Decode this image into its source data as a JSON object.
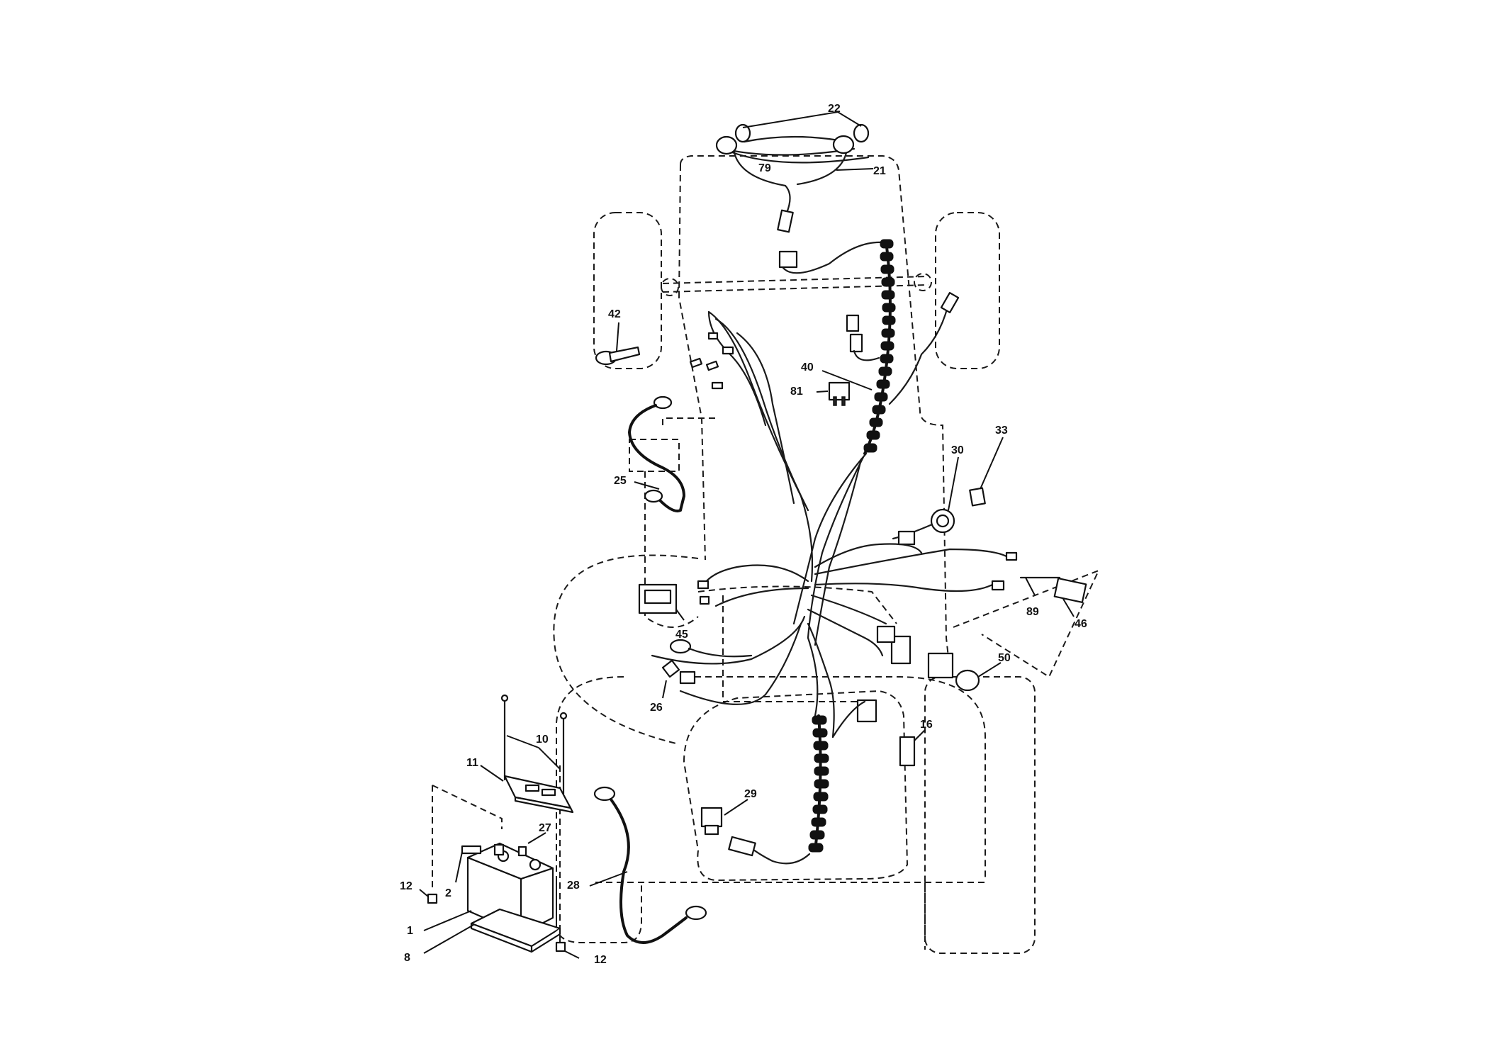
{
  "callouts": [
    {
      "id": "c22",
      "label": "22"
    },
    {
      "id": "c79",
      "label": "79"
    },
    {
      "id": "c21",
      "label": "21"
    },
    {
      "id": "c42",
      "label": "42"
    },
    {
      "id": "c40",
      "label": "40"
    },
    {
      "id": "c81",
      "label": "81"
    },
    {
      "id": "c30",
      "label": "30"
    },
    {
      "id": "c33",
      "label": "33"
    },
    {
      "id": "c25",
      "label": "25"
    },
    {
      "id": "c89",
      "label": "89"
    },
    {
      "id": "c46",
      "label": "46"
    },
    {
      "id": "c45",
      "label": "45"
    },
    {
      "id": "c50",
      "label": "50"
    },
    {
      "id": "c26",
      "label": "26"
    },
    {
      "id": "c10",
      "label": "10"
    },
    {
      "id": "c16",
      "label": "16"
    },
    {
      "id": "c11",
      "label": "11"
    },
    {
      "id": "c29",
      "label": "29"
    },
    {
      "id": "c27",
      "label": "27"
    },
    {
      "id": "c28",
      "label": "28"
    },
    {
      "id": "c12a",
      "label": "12"
    },
    {
      "id": "c2",
      "label": "2"
    },
    {
      "id": "c1",
      "label": "1"
    },
    {
      "id": "c8",
      "label": "8"
    },
    {
      "id": "c12b",
      "label": "12"
    }
  ]
}
